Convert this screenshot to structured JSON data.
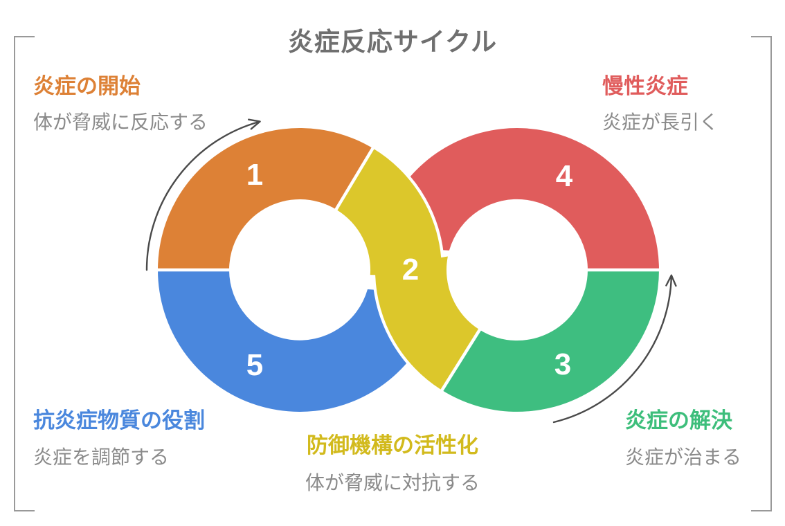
{
  "title": "炎症反応サイクル",
  "steps": [
    {
      "num": "1",
      "label": "炎症の開始",
      "desc": "体が脅威に反応する",
      "color": "#DD8136",
      "position": "top-left"
    },
    {
      "num": "2",
      "label": "防御機構の活性化",
      "desc": "体が脅威に対抗する",
      "color": "#DCC72B",
      "position": "bottom-center"
    },
    {
      "num": "3",
      "label": "炎症の解決",
      "desc": "炎症が治まる",
      "color": "#3DBE7B",
      "position": "bottom-right"
    },
    {
      "num": "4",
      "label": "慢性炎症",
      "desc": "炎症が長引く",
      "color": "#E05C5C",
      "position": "top-right"
    },
    {
      "num": "5",
      "label": "抗炎症物質の役割",
      "desc": "炎症を調節する",
      "color": "#4A87DD",
      "position": "bottom-left"
    }
  ],
  "colors": {
    "segment_orange": "#DD8136",
    "segment_yellow": "#DCC72B",
    "segment_green": "#3EBE80",
    "segment_red": "#E05C5C",
    "segment_blue": "#4A87DD",
    "title_text": "#6F6F6F",
    "description_text": "#8A8A8A",
    "arrow": "#4A4A4A",
    "frame_bracket": "#999999"
  }
}
